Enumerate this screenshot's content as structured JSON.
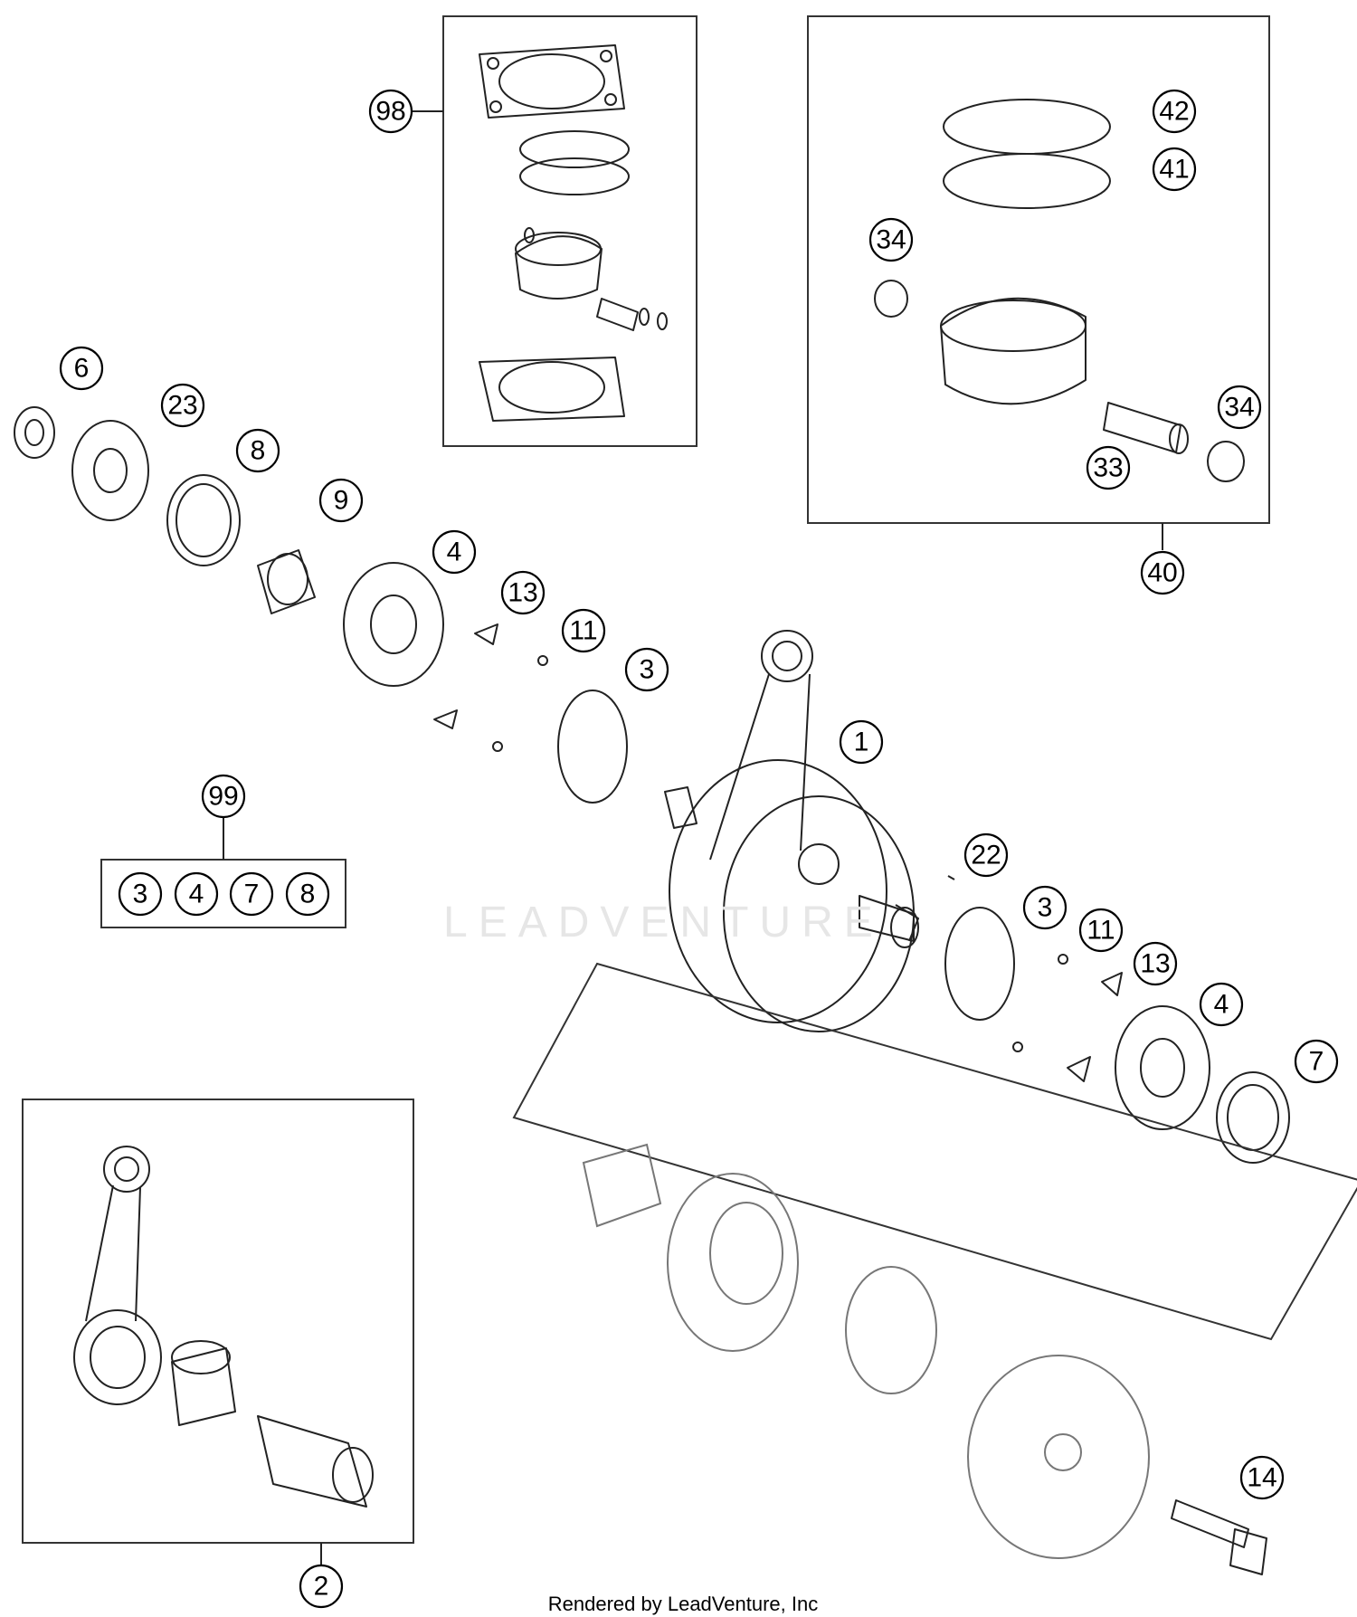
{
  "diagram": {
    "watermark": "LEADVENTURE",
    "credit": "Rendered by LeadVenture, Inc",
    "callouts": [
      "98",
      "42",
      "41",
      "34",
      "34",
      "33",
      "40",
      "6",
      "23",
      "8",
      "9",
      "4",
      "13",
      "11",
      "3",
      "1",
      "99",
      "22",
      "3",
      "11",
      "13",
      "4",
      "7",
      "14",
      "2"
    ],
    "kit_99_items": [
      "3",
      "4",
      "7",
      "8"
    ]
  }
}
